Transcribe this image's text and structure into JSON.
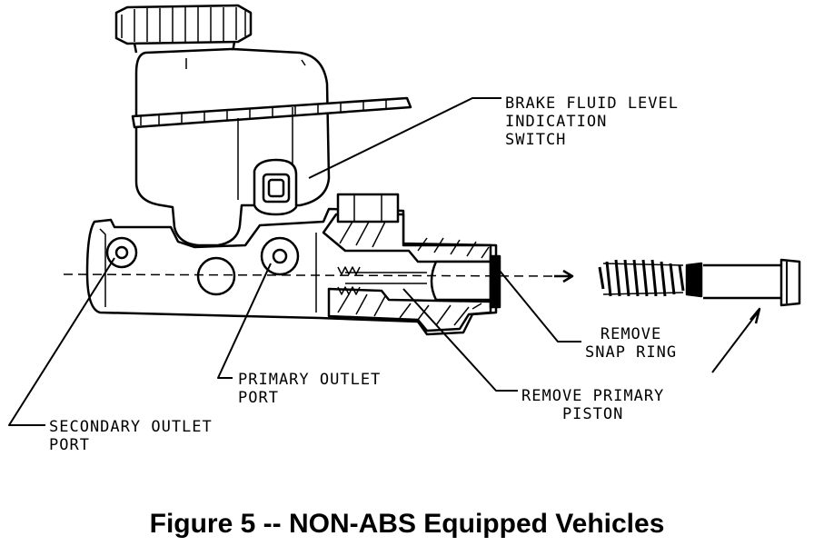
{
  "labels": {
    "fluid_switch": [
      "BRAKE FLUID LEVEL",
      "INDICATION",
      "SWITCH"
    ],
    "primary_outlet": [
      "PRIMARY OUTLET",
      "PORT"
    ],
    "secondary_outlet": [
      "SECONDARY OUTLET",
      "PORT"
    ],
    "remove_snap_ring": [
      "REMOVE",
      "SNAP RING"
    ],
    "remove_primary_piston": [
      "REMOVE PRIMARY",
      "PISTON"
    ]
  },
  "caption": "Figure 5 -- NON-ABS Equipped Vehicles"
}
